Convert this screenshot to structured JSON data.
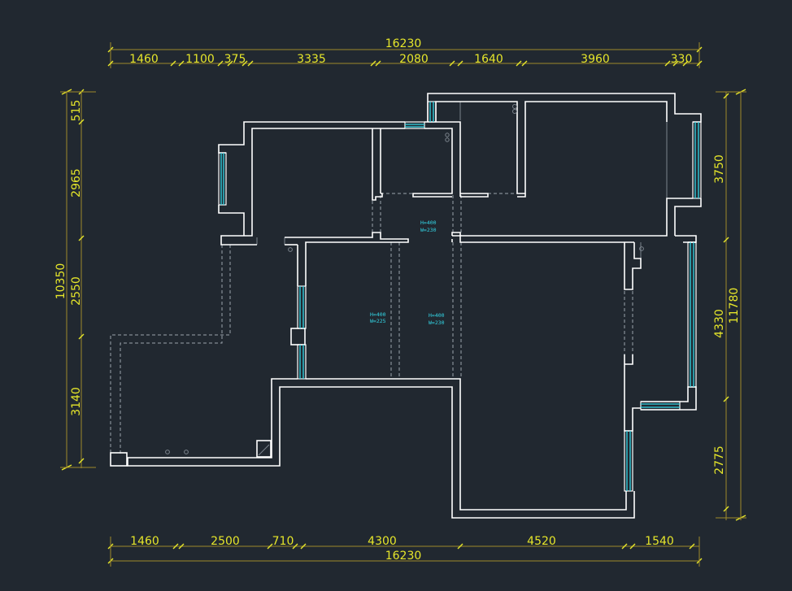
{
  "dimensions": {
    "top_total": "16230",
    "top_segments": [
      "1460",
      "1100",
      "375",
      "3335",
      "2080",
      "1640",
      "3960",
      "330"
    ],
    "bottom_total": "16230",
    "bottom_segments": [
      "1460",
      "2500",
      "710",
      "4300",
      "4520",
      "1540"
    ],
    "left_total": "10350",
    "left_segments": [
      "515",
      "2965",
      "2550",
      "3140"
    ],
    "right_total": "11780",
    "right_segments": [
      "3750",
      "4330",
      "2775"
    ]
  },
  "annotations": [
    {
      "h": "H=400",
      "w": "W=230"
    },
    {
      "h": "H=400",
      "w": "W=225"
    },
    {
      "h": "H=400",
      "w": "W=230"
    }
  ],
  "colors": {
    "background": "#212830",
    "dimension_text": "#e6e62a",
    "dimension_line": "#a08a2a",
    "wall": "#ffffff",
    "window": "#33d6e6"
  }
}
